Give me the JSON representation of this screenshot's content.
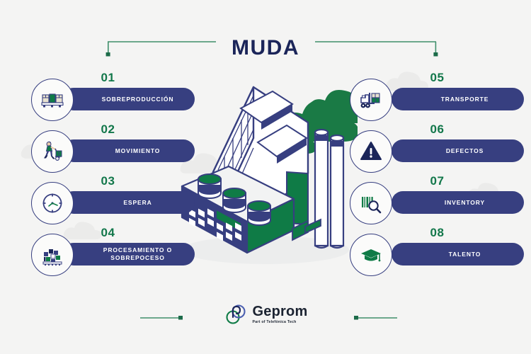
{
  "header": {
    "title": "MUDA",
    "rule_color": "#3f8f6b",
    "dot_color": "#1c6b49"
  },
  "theme": {
    "background": "#f4f4f3",
    "navy": "#373f80",
    "navy_dark": "#1b2559",
    "green": "#12774a",
    "green_line": "#3f8f6b",
    "white": "#ffffff"
  },
  "left_column": [
    {
      "number": "01",
      "label": "SOBREPRODUCCIÓN",
      "icon": "pallet-boxes-icon"
    },
    {
      "number": "02",
      "label": "MOVIMIENTO",
      "icon": "worker-handtruck-icon"
    },
    {
      "number": "03",
      "label": "ESPERA",
      "icon": "clock-icon"
    },
    {
      "number": "04",
      "label": "PROCESAMIENTO O SOBREPOCESO",
      "icon": "boxes-conveyor-icon"
    }
  ],
  "right_column": [
    {
      "number": "05",
      "label": "TRANSPORTE",
      "icon": "forklift-icon"
    },
    {
      "number": "06",
      "label": "DEFECTOS",
      "icon": "warning-triangle-icon"
    },
    {
      "number": "07",
      "label": "INVENTORY",
      "icon": "barcode-search-icon"
    },
    {
      "number": "08",
      "label": "TALENTO",
      "icon": "graduation-cap-icon"
    }
  ],
  "illustration": {
    "name": "isometric-factory-illustration",
    "colors": {
      "navy": "#373f80",
      "green": "#0f7b46",
      "white": "#ffffff",
      "shadow": "#e3e4e6"
    }
  },
  "footer": {
    "logo_name": "Geprom",
    "logo_tagline": "Part of Telefónica Tech",
    "rule_color": "#3f8f6b"
  }
}
